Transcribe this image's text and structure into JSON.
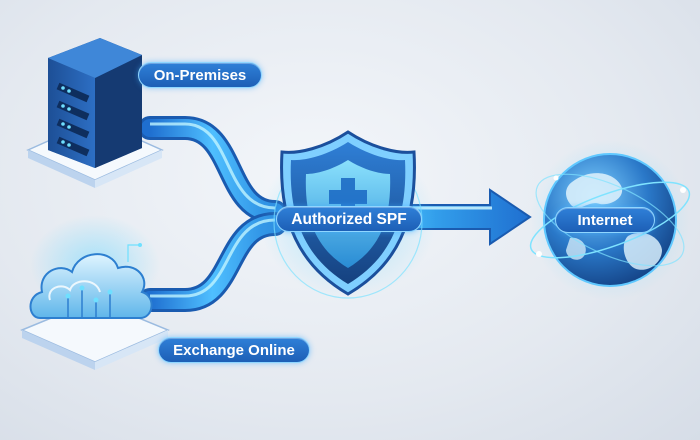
{
  "nodes": {
    "on_premises": {
      "label": "On-Premises"
    },
    "exchange_online": {
      "label": "Exchange Online"
    },
    "authorized_spf": {
      "label": "Authorized SPF"
    },
    "internet": {
      "label": "Internet"
    }
  },
  "edges": [
    {
      "from": "on_premises",
      "to": "authorized_spf"
    },
    {
      "from": "exchange_online",
      "to": "authorized_spf"
    },
    {
      "from": "authorized_spf",
      "to": "internet"
    }
  ],
  "colors": {
    "accent": "#2f80d8",
    "flow_light": "#7fe3ff",
    "flow_dark": "#1f6fd0",
    "shield_dark": "#1b4f9c",
    "globe_ocean": "#1f5fae",
    "background": "#e8edf3"
  },
  "icons": [
    "server-icon",
    "cloud-icon",
    "shield-icon",
    "globe-icon"
  ]
}
